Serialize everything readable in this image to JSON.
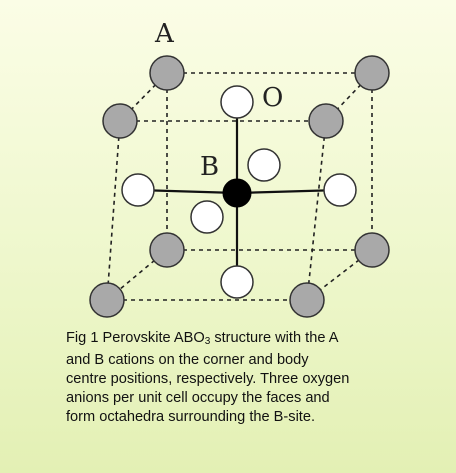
{
  "labels": {
    "a_site": "A",
    "b_site": "B",
    "oxygen": "O"
  },
  "caption": {
    "lines": [
      "Fig 1  Perovskite ABO",
      "3",
      " structure with the A",
      "and B cations on the corner and body",
      "centre positions, respectively. Three oxygen",
      "anions per unit cell occupy the faces and",
      "form octahedra surrounding the B-site."
    ]
  },
  "colors": {
    "a_atom_fill": "#a9a9a9",
    "b_atom_fill": "#000000",
    "o_atom_fill": "#ffffff",
    "atom_stroke": "#333333",
    "background_top": "#fbfde6",
    "background_bottom": "#e3f0b4"
  }
}
